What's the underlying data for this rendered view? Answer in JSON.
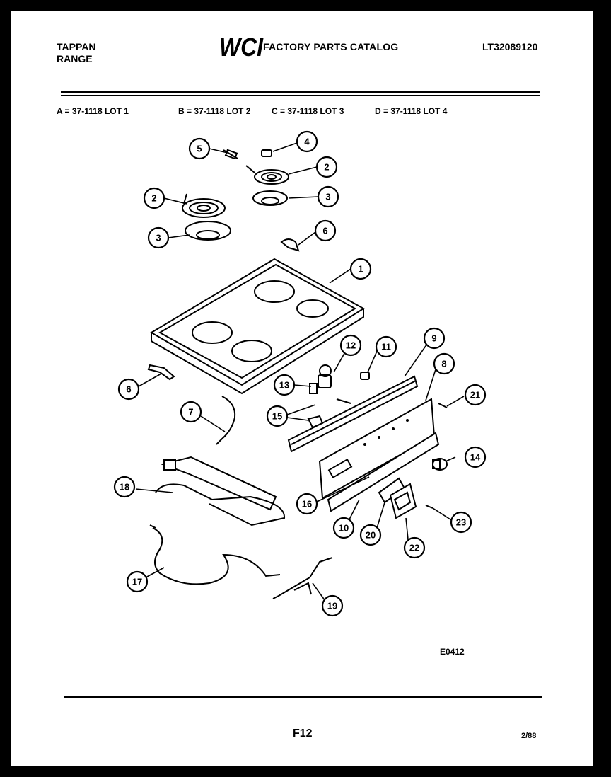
{
  "header": {
    "brand_line1": "TAPPAN",
    "brand_line2": "RANGE",
    "logo_text": "WCI",
    "catalog_title": "FACTORY PARTS CATALOG",
    "catalog_number": "LT32089120"
  },
  "lots": [
    "A = 37-1118 LOT 1",
    "B = 37-1118 LOT 2",
    "C = 37-1118 LOT 3",
    "D = 37-1118 LOT 4"
  ],
  "callouts": [
    "1",
    "2",
    "2",
    "3",
    "3",
    "4",
    "5",
    "6",
    "6",
    "7",
    "8",
    "9",
    "10",
    "11",
    "12",
    "13",
    "14",
    "15",
    "16",
    "17",
    "18",
    "19",
    "20",
    "21",
    "22",
    "23"
  ],
  "figure_code": "E0412",
  "footer": {
    "page_number": "F12",
    "date_code": "2/88"
  }
}
